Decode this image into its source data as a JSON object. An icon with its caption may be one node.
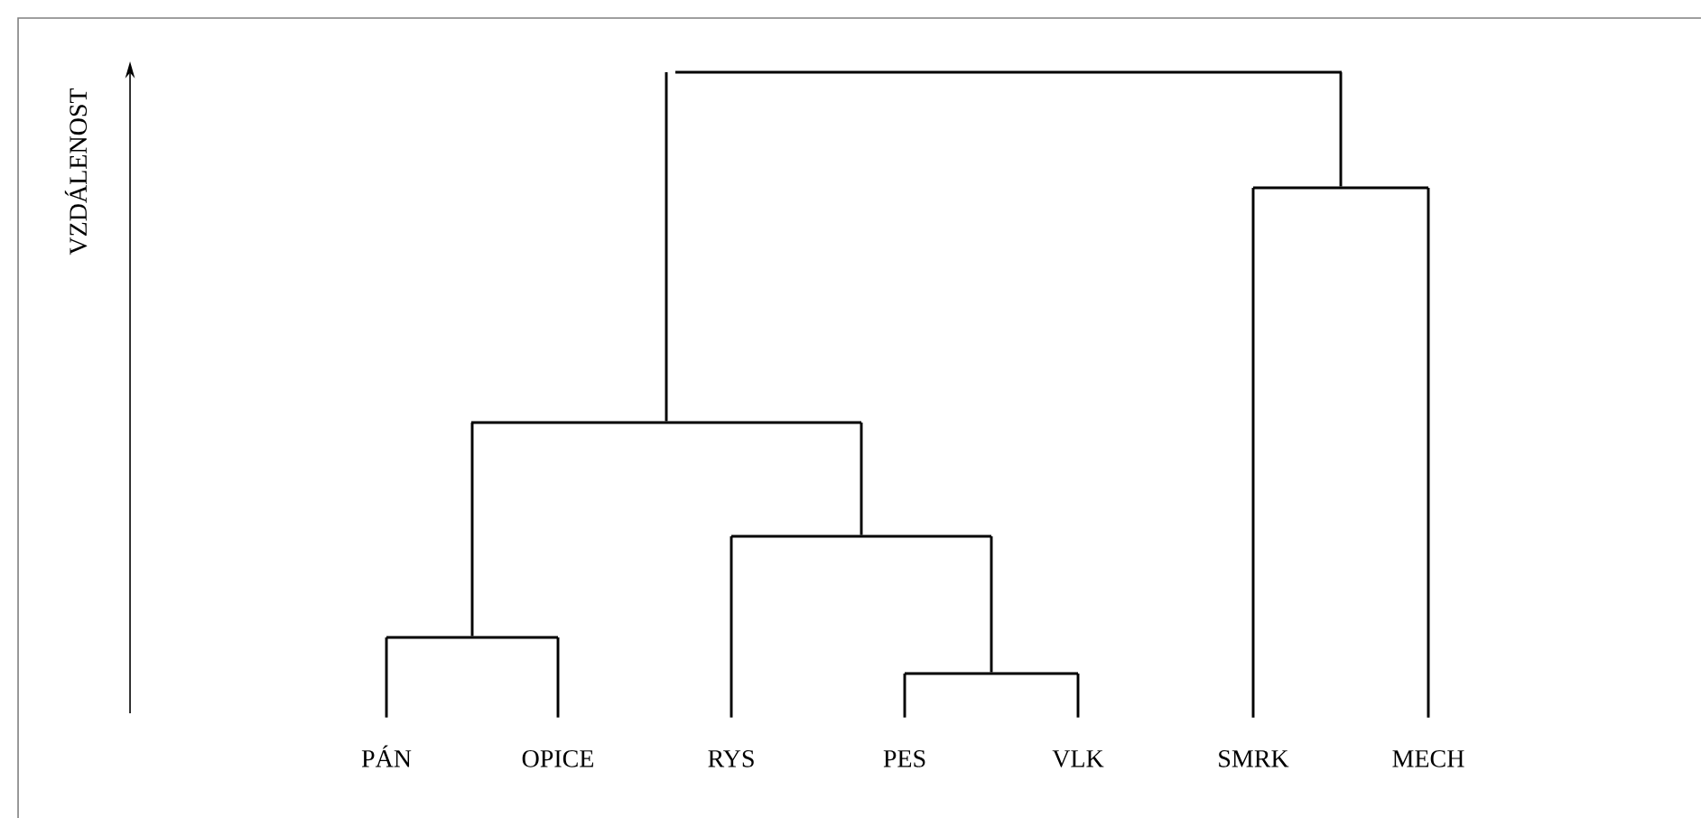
{
  "diagram": {
    "nodes": [
      {
        "text": [
          "PÁN"
        ]
      },
      {
        "text": [
          "OPICE"
        ]
      },
      {
        "text": [
          "RYS"
        ]
      },
      {
        "text": [
          "PES"
        ]
      },
      {
        "text": [
          "VLK"
        ]
      },
      {
        "text": [
          "SMRK"
        ]
      },
      {
        "text": [
          "MECH"
        ]
      },
      {
        "text": [],
        "shape": "bar"
      },
      {
        "text": [],
        "shape": "bar"
      },
      {
        "text": [],
        "shape": "bar"
      },
      {
        "text": [],
        "shape": "bar"
      },
      {
        "text": [],
        "shape": "bar"
      },
      {
        "text": [],
        "shape": "bar"
      }
    ],
    "edges": [
      {
        "from": 7,
        "to": 0,
        "arrow": "none"
      },
      {
        "from": 7,
        "to": 1,
        "arrow": "none"
      },
      {
        "from": 8,
        "to": 3,
        "arrow": "none"
      },
      {
        "from": 8,
        "to": 4,
        "arrow": "none"
      },
      {
        "from": 9,
        "to": 2,
        "arrow": "none"
      },
      {
        "from": 9,
        "to": 8,
        "arrow": "none"
      },
      {
        "from": 10,
        "to": 7,
        "arrow": "none"
      },
      {
        "from": 10,
        "to": 9,
        "arrow": "none"
      },
      {
        "from": 11,
        "to": 5,
        "arrow": "none"
      },
      {
        "from": 11,
        "to": 6,
        "arrow": "none"
      },
      {
        "from": 12,
        "to": 10,
        "arrow": "none"
      },
      {
        "from": 12,
        "to": 11,
        "arrow": "none"
      }
    ],
    "labels": [
      "VZDÁLENOST"
    ]
  }
}
